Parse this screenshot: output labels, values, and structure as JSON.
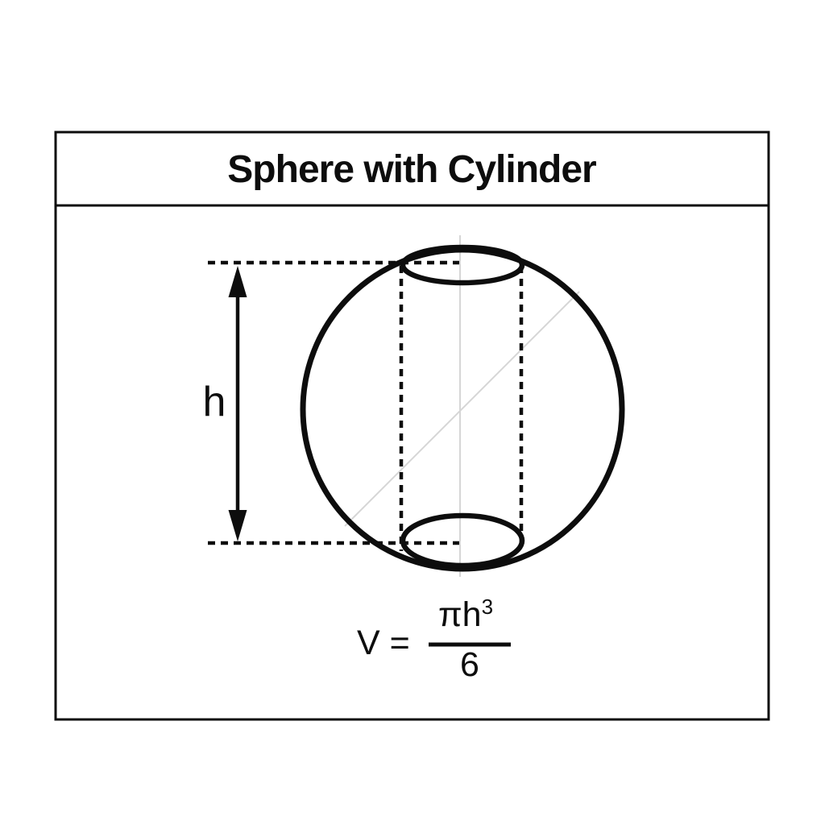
{
  "header": {
    "title": "Sphere with Cylinder"
  },
  "figure": {
    "height_label": "h",
    "formula": {
      "lhs": "V =",
      "numerator_base": "πh",
      "numerator_exponent": "3",
      "denominator": "6",
      "full_text": "V = πh³/6"
    }
  },
  "colors": {
    "ink": "#0d0d0d",
    "guide_line": "#d6d6d6",
    "background": "#ffffff"
  }
}
